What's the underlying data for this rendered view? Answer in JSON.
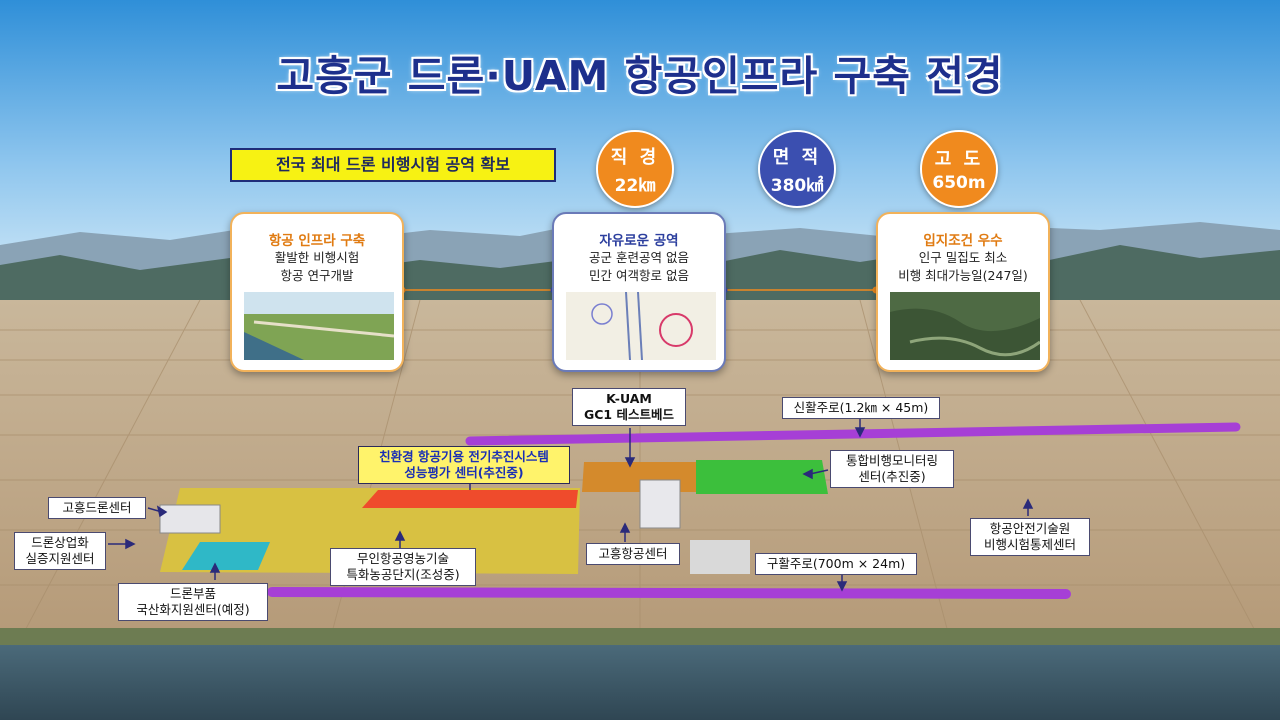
{
  "title": "고흥군 드론·UAM 항공인프라 구축 전경",
  "banner": "전국 최대 드론 비행시험 공역 확보",
  "stats": [
    {
      "label": "직 경",
      "value": "22㎞",
      "color": "#f08a1e"
    },
    {
      "label": "면 적",
      "value": "380㎢",
      "color": "#3b4fb0"
    },
    {
      "label": "고 도",
      "value": "650m",
      "color": "#f08a1e"
    }
  ],
  "cards": {
    "left": {
      "title": "항공 인프라 구축",
      "lines": [
        "활발한 비행시험",
        "항공 연구개발"
      ],
      "title_color": "#e07b12"
    },
    "center": {
      "title": "자유로운 공역",
      "lines": [
        "공군 훈련공역 없음",
        "민간 여객항로 없음"
      ],
      "title_color": "#2c3f9e"
    },
    "right": {
      "title": "입지조건 우수",
      "lines": [
        "인구 밀집도 최소",
        "비행 최대가능일(247일)"
      ],
      "title_color": "#e07b12"
    }
  },
  "map_labels": {
    "k_uam": [
      "K-UAM",
      "GC1 테스트베드"
    ],
    "new_runway": "신활주로(1.2㎞ × 45m)",
    "eco_center": [
      "친환경 항공기용 전기추진시스템",
      "성능평가 센터(추진중)"
    ],
    "integrated_center": [
      "통합비행모니터링",
      "센터(추진중)"
    ],
    "goheung_drone_center": "고흥드론센터",
    "drone_commercial": [
      "드론상업화",
      "실증지원센터"
    ],
    "agri_complex": [
      "무인항공영농기술",
      "특화농공단지(조성중)"
    ],
    "goheung_aviation": "고흥항공센터",
    "old_runway": "구활주로(700m × 24m)",
    "safety_institute": [
      "항공안전기술원",
      "비행시험통제센터"
    ],
    "drone_parts": [
      "드론부품",
      "국산화지원센터(예정)"
    ]
  },
  "colors": {
    "title": "#1d2f8c",
    "runway": "#a63fd6",
    "accent_orange": "#f08a1e",
    "accent_blue": "#3b4fb0"
  }
}
